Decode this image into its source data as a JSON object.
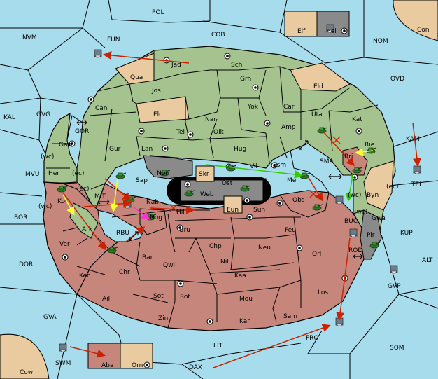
{
  "colors": {
    "water": "#a6dcec",
    "green": "#a4c38f",
    "brown": "#c6867c",
    "tan": "#eacba0",
    "gray": "#8a8a8a",
    "black": "#000000",
    "red_arrow": "#cc2200",
    "green_arrow": "#33cc00",
    "yellow_arrow": "#ffff33",
    "magenta_arrow": "#ff33cc"
  },
  "sea_labels": [
    {
      "id": "pol",
      "text": "POL"
    },
    {
      "id": "cob",
      "text": "COB"
    },
    {
      "id": "fun",
      "text": "FUN"
    },
    {
      "id": "nvm",
      "text": "NVM"
    },
    {
      "id": "nom",
      "text": "NOM"
    },
    {
      "id": "ovd",
      "text": "OVD"
    },
    {
      "id": "kal",
      "text": "KAL"
    },
    {
      "id": "gvg",
      "text": "GVG"
    },
    {
      "id": "gor",
      "text": "GOR"
    },
    {
      "id": "kam",
      "text": "KAM"
    },
    {
      "id": "sma",
      "text": "SMA"
    },
    {
      "id": "mvu",
      "text": "MVU"
    },
    {
      "id": "mit",
      "text": "MIT"
    },
    {
      "id": "bor",
      "text": "BOR"
    },
    {
      "id": "rbu",
      "text": "RBU"
    },
    {
      "id": "buc",
      "text": "BUC"
    },
    {
      "id": "kup",
      "text": "KUP"
    },
    {
      "id": "tei",
      "text": "TEI"
    },
    {
      "id": "dor",
      "text": "DOR"
    },
    {
      "id": "rod",
      "text": "ROD"
    },
    {
      "id": "alt",
      "text": "ALT"
    },
    {
      "id": "gvp",
      "text": "GVP"
    },
    {
      "id": "gva",
      "text": "GVA"
    },
    {
      "id": "lit",
      "text": "LIT"
    },
    {
      "id": "fro",
      "text": "FRO"
    },
    {
      "id": "som",
      "text": "SOM"
    },
    {
      "id": "swm",
      "text": "SWM"
    },
    {
      "id": "dax",
      "text": "DAX"
    }
  ],
  "land_labels": [
    {
      "id": "jad",
      "text": "Jad"
    },
    {
      "id": "sch",
      "text": "Sch"
    },
    {
      "id": "qua",
      "text": "Qua"
    },
    {
      "id": "jos",
      "text": "Jos"
    },
    {
      "id": "grh",
      "text": "Grh"
    },
    {
      "id": "eld",
      "text": "Eld"
    },
    {
      "id": "can",
      "text": "Can"
    },
    {
      "id": "elc",
      "text": "Elc"
    },
    {
      "id": "nar",
      "text": "Nar"
    },
    {
      "id": "yok",
      "text": "Yok"
    },
    {
      "id": "car",
      "text": "Car"
    },
    {
      "id": "uta",
      "text": "Uta"
    },
    {
      "id": "kat",
      "text": "Kat"
    },
    {
      "id": "tel",
      "text": "Tel"
    },
    {
      "id": "olk",
      "text": "Olk"
    },
    {
      "id": "amp",
      "text": "Amp"
    },
    {
      "id": "gaw",
      "text": "Gaw"
    },
    {
      "id": "gur",
      "text": "Gur"
    },
    {
      "id": "lan",
      "text": "Lan"
    },
    {
      "id": "hug",
      "text": "Hug"
    },
    {
      "id": "bri",
      "text": "Bri"
    },
    {
      "id": "rie",
      "text": "Rie"
    },
    {
      "id": "her",
      "text": "Her"
    },
    {
      "id": "nor",
      "text": "Nor"
    },
    {
      "id": "skr",
      "text": "Skr"
    },
    {
      "id": "vil",
      "text": "Vil"
    },
    {
      "id": "esm",
      "text": "Esm"
    },
    {
      "id": "sap",
      "text": "Sap"
    },
    {
      "id": "ost",
      "text": "Ost"
    },
    {
      "id": "web",
      "text": "Web"
    },
    {
      "id": "mel",
      "text": "Mel"
    },
    {
      "id": "byn",
      "text": "Byn"
    },
    {
      "id": "kor",
      "text": "Kor"
    },
    {
      "id": "nab",
      "text": "Nab"
    },
    {
      "id": "hil",
      "text": "Hil"
    },
    {
      "id": "eun",
      "text": "Eun"
    },
    {
      "id": "sun",
      "text": "Sun"
    },
    {
      "id": "obs",
      "text": "Obs"
    },
    {
      "id": "gwa",
      "text": "Gwa"
    },
    {
      "id": "ark",
      "text": "Ark"
    },
    {
      "id": "nog",
      "text": "Nog"
    },
    {
      "id": "uru",
      "text": "Uru"
    },
    {
      "id": "feu",
      "text": "Feu"
    },
    {
      "id": "pir",
      "text": "Pir"
    },
    {
      "id": "ver",
      "text": "Ver"
    },
    {
      "id": "chp",
      "text": "Chp"
    },
    {
      "id": "neu",
      "text": "Neu"
    },
    {
      "id": "orl",
      "text": "Orl"
    },
    {
      "id": "bar",
      "text": "Bar"
    },
    {
      "id": "qwi",
      "text": "Qwi"
    },
    {
      "id": "nil",
      "text": "Nil"
    },
    {
      "id": "ken",
      "text": "Ken"
    },
    {
      "id": "chr",
      "text": "Chr"
    },
    {
      "id": "kaa",
      "text": "Kaa"
    },
    {
      "id": "ail",
      "text": "Ail"
    },
    {
      "id": "sot",
      "text": "Sot"
    },
    {
      "id": "rot",
      "text": "Rot"
    },
    {
      "id": "mou",
      "text": "Mou"
    },
    {
      "id": "los",
      "text": "Los"
    },
    {
      "id": "zin",
      "text": "Zin"
    },
    {
      "id": "kar",
      "text": "Kar"
    },
    {
      "id": "sam",
      "text": "Sam"
    },
    {
      "id": "elf",
      "text": "Elf"
    },
    {
      "id": "hel",
      "text": "Hel"
    },
    {
      "id": "con",
      "text": "Con"
    },
    {
      "id": "aba",
      "text": "Aba"
    },
    {
      "id": "orn",
      "text": "Orn"
    },
    {
      "id": "cow",
      "text": "Cow"
    }
  ],
  "coast_labels": [
    {
      "id": "wc1",
      "text": "(wc)"
    },
    {
      "id": "ec1",
      "text": "(ec)"
    },
    {
      "id": "ec2",
      "text": "(ec)"
    },
    {
      "id": "wc2",
      "text": "(wc)"
    },
    {
      "id": "ec3",
      "text": "(ec)"
    },
    {
      "id": "wc3",
      "text": "(wc)"
    },
    {
      "id": "wc4",
      "text": "(wc)"
    }
  ]
}
